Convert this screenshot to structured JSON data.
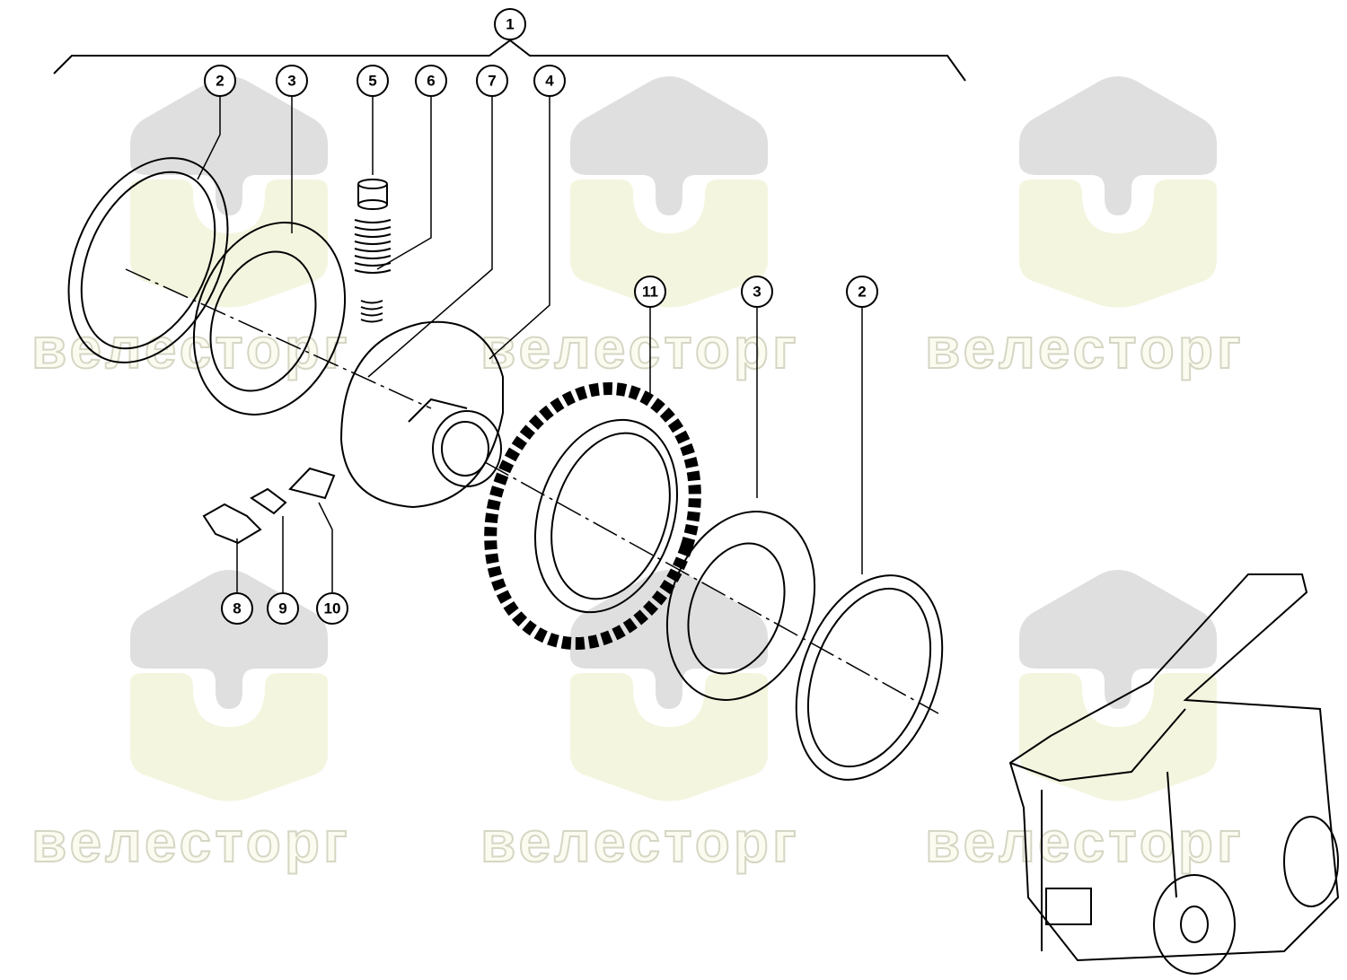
{
  "diagram": {
    "watermark_text": "велесторг",
    "callouts": [
      {
        "id": "assembly",
        "label": "1"
      },
      {
        "id": "snap-ring-left",
        "label": "2"
      },
      {
        "id": "thrust-washer-left",
        "label": "3"
      },
      {
        "id": "plug",
        "label": "5"
      },
      {
        "id": "spring-large",
        "label": "6"
      },
      {
        "id": "spring-small",
        "label": "7"
      },
      {
        "id": "hub",
        "label": "4"
      },
      {
        "id": "gear-ring",
        "label": "11"
      },
      {
        "id": "thrust-washer-right",
        "label": "3"
      },
      {
        "id": "snap-ring-right",
        "label": "2"
      },
      {
        "id": "key-8",
        "label": "8"
      },
      {
        "id": "key-9",
        "label": "9"
      },
      {
        "id": "key-10",
        "label": "10"
      }
    ],
    "colors": {
      "line": "#000000",
      "logo_gray": "#d9d9d9",
      "logo_yellow": "#f3f4dc",
      "watermark_fill": "#fbfbf0"
    }
  }
}
